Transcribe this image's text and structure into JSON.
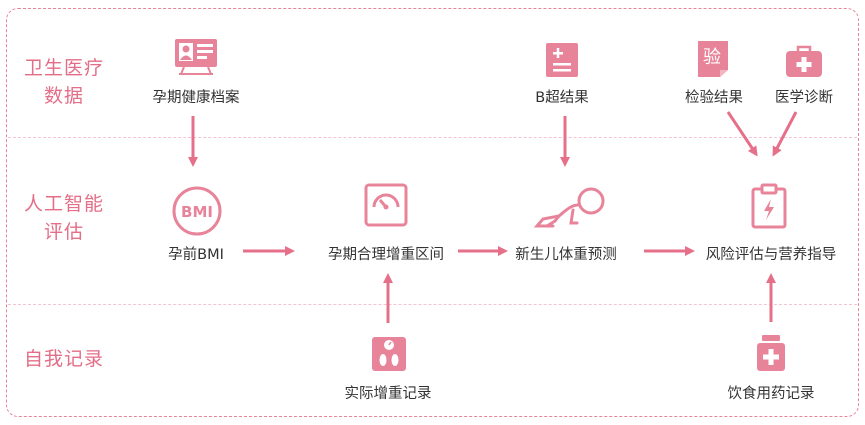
{
  "rows": {
    "medical": "卫生医疗\n数据",
    "ai": "人工智能\n评估",
    "self": "自我记录"
  },
  "nodes": {
    "health_file": "孕期健康档案",
    "b_ultrasound": "B超结果",
    "lab_results": "检验结果",
    "diagnosis": "医学诊断",
    "pre_bmi": "孕前BMI",
    "weight_gain_range": "孕期合理增重区间",
    "newborn_weight": "新生儿体重预测",
    "risk_guidance": "风险评估与营养指导",
    "actual_weight_gain": "实际增重记录",
    "diet_medication": "饮食用药记录"
  },
  "icons": {
    "bmi_text": "BMI",
    "lab_char": "验"
  },
  "colors": {
    "accent": "#e46d87",
    "icon_fill": "#e8849a",
    "arrow": "#e66f89",
    "border": "#e8849a",
    "text": "#333333"
  }
}
